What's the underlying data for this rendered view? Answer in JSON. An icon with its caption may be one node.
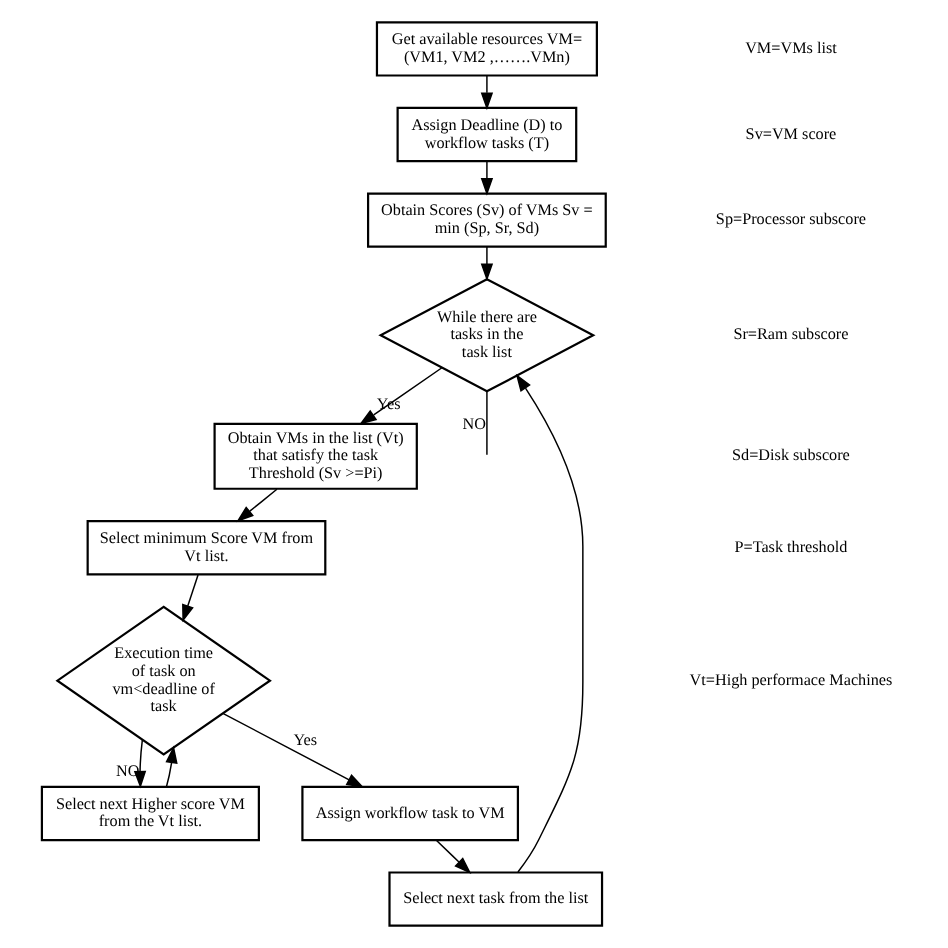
{
  "diagram": {
    "nodes": [
      {
        "text": [
          "Get available resources VM= (VM1, VM2 ,…….VMn)"
        ]
      },
      {
        "text": [
          "Assign Deadline (D) to workflow tasks (T)"
        ]
      },
      {
        "text": [
          "Obtain Scores (Sv) of VMs Sv = min (Sp, Sr, Sd)"
        ]
      },
      {
        "text": [
          "While there are tasks in the task list"
        ]
      },
      {
        "text": [
          "Obtain VMs in the list (Vt) that satisfy the task Threshold (Sv >=Pi)"
        ]
      },
      {
        "text": [
          "Select minimum Score VM from Vt list."
        ]
      },
      {
        "text": [
          "Select next Higher score VM from the Vt list."
        ]
      },
      {
        "text": [
          "Execution time of task on vm<deadline of task"
        ]
      },
      {
        "text": [
          "Assign workflow task to VM"
        ]
      },
      {
        "text": [
          "Select next task from the list"
        ]
      }
    ],
    "edges": [
      {
        "from": 0,
        "to": 1,
        "arrow": "to"
      },
      {
        "from": 1,
        "to": 2,
        "arrow": "to"
      },
      {
        "from": 2,
        "to": 3,
        "arrow": "to"
      },
      {
        "from": 3,
        "to": 4,
        "arrow": "to",
        "label": "Yes"
      },
      {
        "from": 3,
        "to": null,
        "arrow": "none",
        "label": "NO"
      },
      {
        "from": 4,
        "to": 5,
        "arrow": "to"
      },
      {
        "from": 5,
        "to": 7,
        "arrow": "to"
      },
      {
        "from": 6,
        "to": 7,
        "arrow": "to"
      },
      {
        "from": 7,
        "to": 6,
        "arrow": "to",
        "label": "NO"
      },
      {
        "from": 7,
        "to": 8,
        "arrow": "to",
        "label": "Yes"
      },
      {
        "from": 8,
        "to": 9,
        "arrow": "to"
      },
      {
        "from": 9,
        "to": 3,
        "arrow": "to"
      }
    ],
    "labels": [
      "VM=VMs list",
      "Sv=VM score",
      "Sp=Processor subscore",
      "Sr=Ram subscore",
      "Sd=Disk subscore",
      "P=Task threshold",
      "Vt=High performace Machines"
    ]
  }
}
